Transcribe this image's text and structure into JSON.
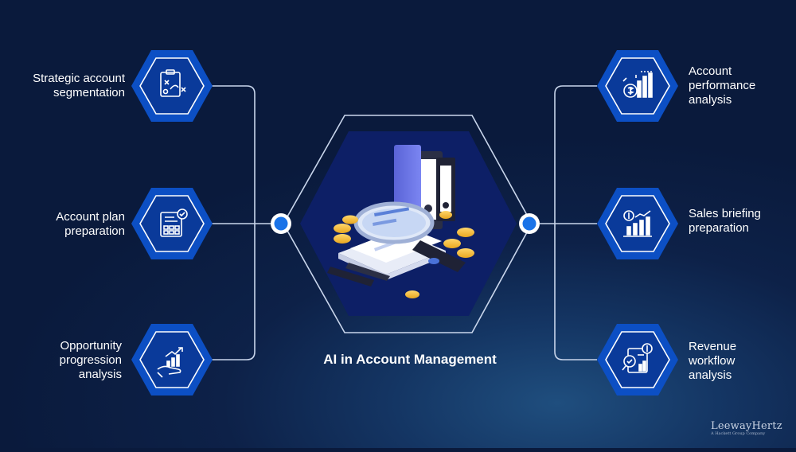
{
  "diagram": {
    "center_title": "AI in Account Management",
    "left_items": [
      {
        "lines": [
          "Strategic account",
          "segmentation"
        ],
        "icon": "strategy-clipboard-icon"
      },
      {
        "lines": [
          "Account plan",
          "preparation"
        ],
        "icon": "plan-document-icon"
      },
      {
        "lines": [
          "Opportunity",
          "progression",
          "analysis"
        ],
        "icon": "growth-hand-icon"
      }
    ],
    "right_items": [
      {
        "lines": [
          "Account",
          "performance",
          "analysis"
        ],
        "icon": "performance-chart-icon"
      },
      {
        "lines": [
          "Sales briefing",
          "preparation"
        ],
        "icon": "sales-chart-icon"
      },
      {
        "lines": [
          "Revenue",
          "workflow",
          "analysis"
        ],
        "icon": "revenue-report-icon"
      }
    ],
    "center_icon": "documents-magnifier-coins-icon"
  },
  "brand": {
    "name": "LeewayHertz",
    "tagline": "A Hackett Group Company"
  },
  "colors": {
    "background": "#0d2148",
    "hexagon_outer": "#0c4fc4",
    "hexagon_inner": "#0a3a9a",
    "connector": "#c9d6ec",
    "node_blue": "#1a73e8"
  }
}
